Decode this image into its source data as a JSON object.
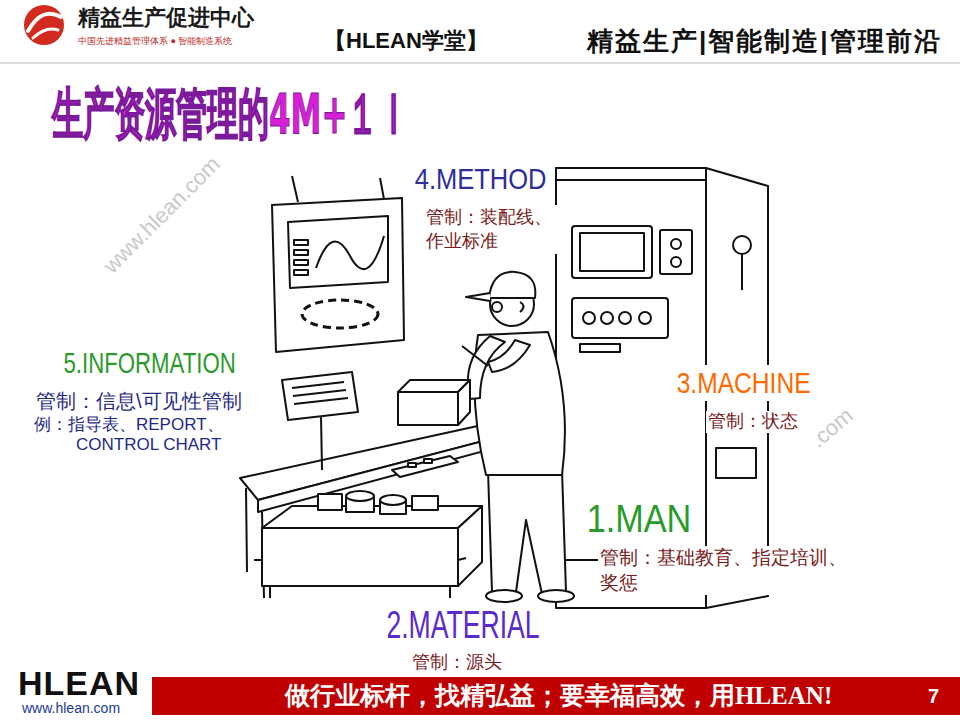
{
  "diagram": {
    "title": "生产资源管理的4M+１Ｉ",
    "nodes": [
      {
        "text": [
          "做行业标杆，找精弘益；要幸福高效，用HLEAN!",
          "7"
        ]
      }
    ],
    "labels": [
      "精益生产促进中心",
      "中国先进精益管理体系 ● 智能制造系统",
      "【HLEAN学堂】",
      "精益生产|智能制造|管理前沿",
      "www.hlean.com",
      ".com",
      "4.METHOD",
      "管制：装配线、作业标准",
      "5.INFORMATION",
      "管制：信息\\可见性管制",
      "例：指导表、REPORT、CONTROL CHART",
      "3.MACHINE",
      "管制：状态",
      "1.MAN",
      "管制：基础教育、指定培训、奖惩",
      "2.MATERIAL",
      "管制：源头",
      "HLEAN",
      "www.hlean.com"
    ]
  }
}
